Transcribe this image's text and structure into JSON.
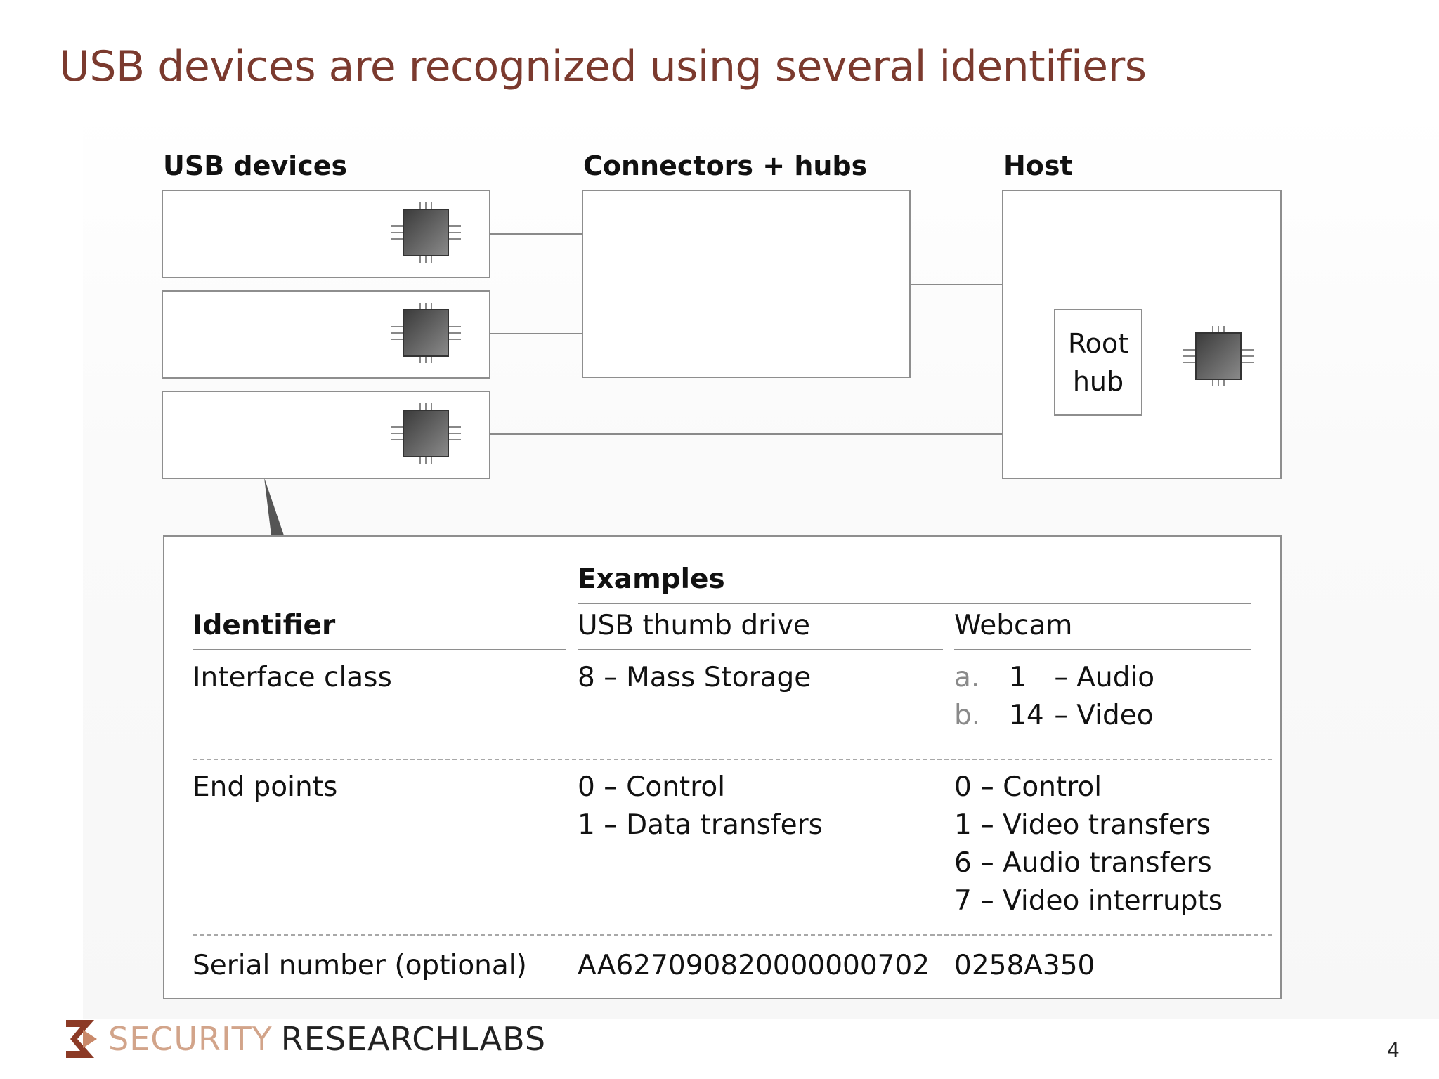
{
  "title": "USB devices are recognized using several identifiers",
  "diagram": {
    "columns": {
      "devices": "USB devices",
      "connectors": "Connectors + hubs",
      "host": "Host"
    },
    "root_hub": {
      "line1": "Root",
      "line2": "hub"
    }
  },
  "table": {
    "examples_label": "Examples",
    "headers": {
      "identifier": "Identifier",
      "thumb_drive": "USB thumb drive",
      "webcam": "Webcam"
    },
    "rows": {
      "interface_class": {
        "label": "Interface class",
        "thumb_drive": "8 – Mass Storage",
        "webcam": [
          {
            "marker": "a.",
            "num": "1",
            "text": "– Audio"
          },
          {
            "marker": "b.",
            "num": "14",
            "text": "– Video"
          }
        ]
      },
      "end_points": {
        "label": "End points",
        "thumb_drive": [
          "0 – Control",
          "1 – Data transfers"
        ],
        "webcam": [
          "0 – Control",
          "1 – Video transfers",
          "6 – Audio transfers",
          "7 – Video interrupts"
        ]
      },
      "serial_number": {
        "label": "Serial number (optional)",
        "thumb_drive": "AA627090820000000702",
        "webcam": "0258A350"
      }
    }
  },
  "footer": {
    "logo_word1": "SECURITY",
    "logo_word2": "RESEARCHLABS",
    "page_number": "4"
  },
  "colors": {
    "title": "#7b3a2e",
    "border": "#8e8e8e",
    "logo_accent": "#d2a48a"
  }
}
